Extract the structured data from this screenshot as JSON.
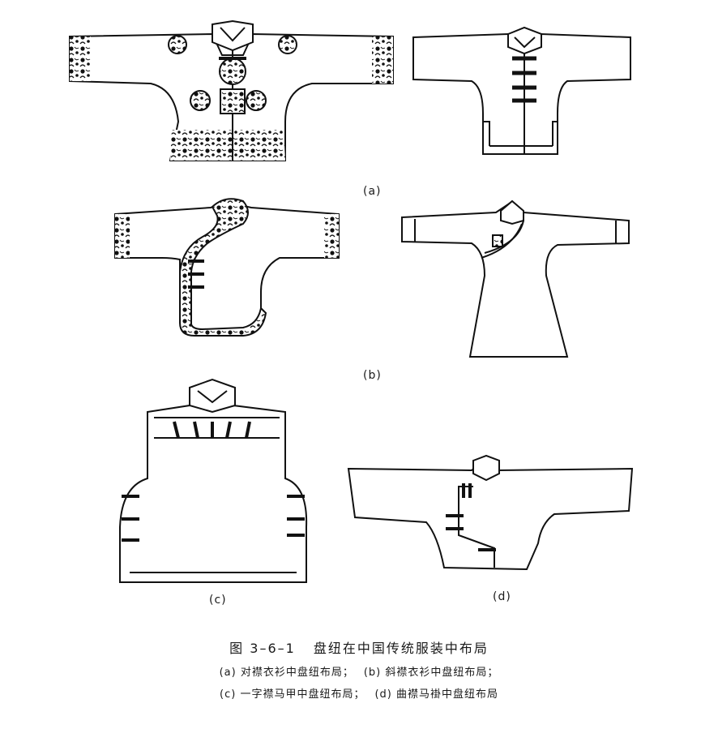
{
  "labels": {
    "a": "(a)",
    "b": "(b)",
    "c": "(c)",
    "d": "(d)"
  },
  "caption": {
    "figure_number": "图 3–6–1",
    "title": "盘纽在中国传统服装中布局",
    "items": [
      "(a) 对襟衣衫中盘纽布局；",
      "(b) 斜襟衣衫中盘纽布局；",
      "(c) 一字襟马甲中盘纽布局；",
      "(d) 曲襟马褂中盘纽布局"
    ]
  }
}
